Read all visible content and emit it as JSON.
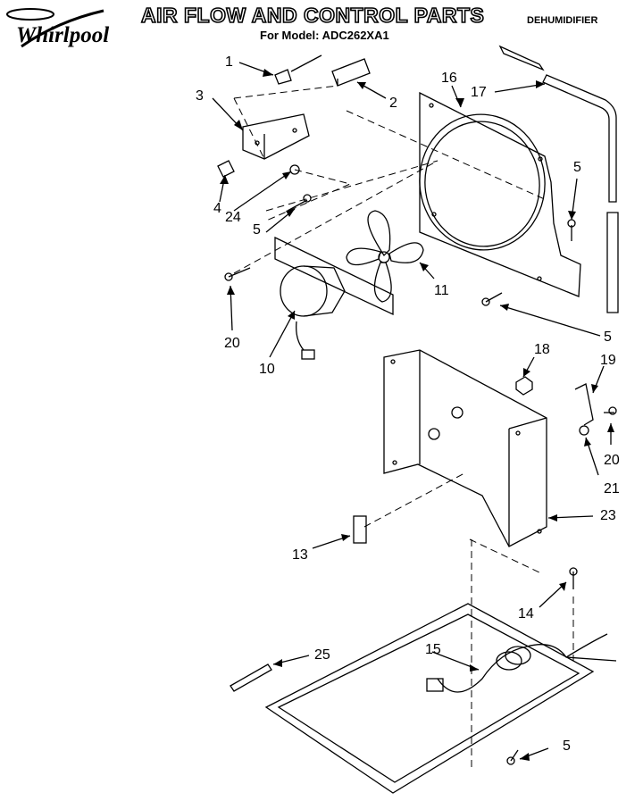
{
  "header": {
    "brand": "Whirlpool",
    "title": "AIR FLOW AND CONTROL PARTS",
    "model_line": "For Model: ADC262XA1",
    "category": "DEHUMIDIFIER"
  },
  "callouts": [
    "1",
    "2",
    "3",
    "4",
    "24",
    "5",
    "16",
    "17",
    "5",
    "11",
    "20",
    "10",
    "5",
    "18",
    "19",
    "20",
    "21",
    "23",
    "13",
    "14",
    "15",
    "25",
    "5"
  ]
}
